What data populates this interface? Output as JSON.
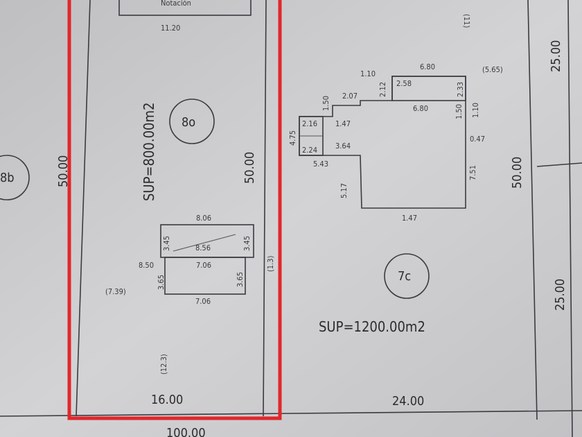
{
  "colors": {
    "paper": "#c9c9cb",
    "ink": "#2b2b2e",
    "highlight": "#e2262b"
  },
  "top_fragment": {
    "label": "Notación",
    "dim": "11.20",
    "dim_right": "(11)"
  },
  "lot_8o": {
    "id": "8o",
    "area": "SUP=800.00m2",
    "depth": "50.00",
    "width": "16.00",
    "dim_vertical": "(12.3)",
    "building": {
      "top": "8.06",
      "left_top": "3.45",
      "right_top": "3.45",
      "inner": "8.56",
      "mid_left": "8.50",
      "mid": "7.06",
      "left_low": "3.65",
      "right_low": "3.65",
      "right_side": "(1.3)",
      "left_outer": "(7.39)",
      "bottom": "7.06"
    }
  },
  "lot_7c": {
    "id": "7c",
    "area": "SUP=1200.00m2",
    "depth": "50.00",
    "width": "24.00",
    "building": {
      "d1": "1.10",
      "d2": "6.80",
      "d3": "(5.65)",
      "d4": "1.50",
      "d5": "2.07",
      "d6": "2.12",
      "d7": "2.58",
      "d8": "6.80",
      "d9": "2.33",
      "d10": "1.50",
      "d11": "1.10",
      "d12": "0.47",
      "d13": "4.75",
      "d14": "2.16",
      "d15": "3.64",
      "d16": "2.24",
      "d17": "5.43",
      "d18": "7.51",
      "d19": "5.17",
      "d20": "1.47",
      "d21": "1.47"
    }
  },
  "lot_left": {
    "id": "8b",
    "depth": "50.00"
  },
  "right_edge": {
    "dim_top": "25.00",
    "dim_bottom": "25.00"
  },
  "bottom_total": "100.00"
}
